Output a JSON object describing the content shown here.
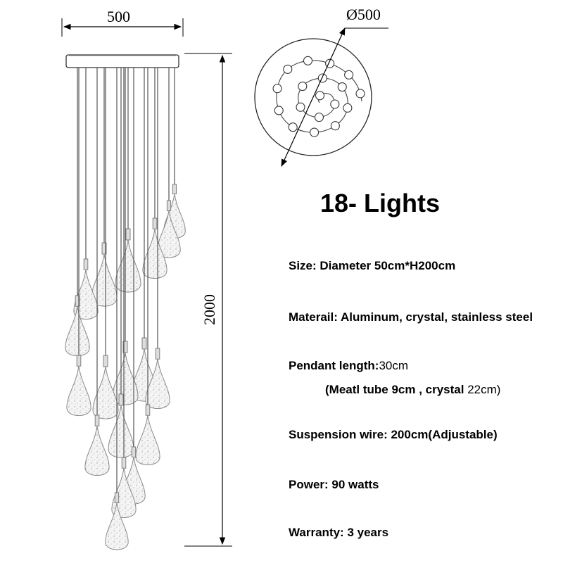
{
  "dimensions": {
    "width_label": "500",
    "diameter_label": "Ø500",
    "height_label": "2000"
  },
  "title": "18- Lights",
  "specs": {
    "size": "Size: Diameter 50cm*H200cm",
    "material": "Materail: Aluminum, crystal, stainless steel",
    "pendant_label": "Pendant length:",
    "pendant_value": "30cm",
    "pendant_detail_a": "(Meatl tube 9cm  , crystal",
    "pendant_detail_b": "22cm)",
    "suspension": "Suspension wire: 200cm(Adjustable)",
    "power": "Power: 90 watts",
    "warranty": "Warranty: 3 years"
  },
  "light_count": 18,
  "colors": {
    "line": "#333333",
    "crystal_fill": "#f4f4f4",
    "crystal_stroke": "#8a8a8a",
    "canopy": "#ffffff"
  }
}
